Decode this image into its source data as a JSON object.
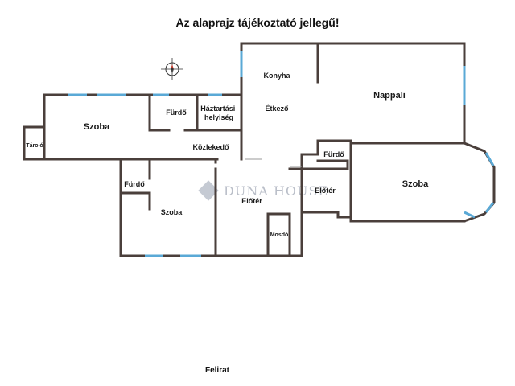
{
  "title": "Az alaprajz tájékoztató jellegű!",
  "caption": "Felirat",
  "watermark": "DUNA HOUSE",
  "colors": {
    "wall": "#4a3f3b",
    "window": "#5aa9d6"
  },
  "rooms": {
    "konyha": "Konyha",
    "nappali": "Nappali",
    "etkezo": "Étkező",
    "szoba_left": "Szoba",
    "furdo_top": "Fürdő",
    "haztartasi": "Háztartási\nhelyiség",
    "tarolo": "Tároló",
    "kozlekedo": "Közlekedő",
    "furdo_small": "Fürdő",
    "szoba_right": "Szoba",
    "eloter_right": "Előtér",
    "furdo_bottom": "Fürdő",
    "szoba_bottom": "Szoba",
    "eloter_center": "Előtér",
    "mosdo": "Mosdó"
  }
}
